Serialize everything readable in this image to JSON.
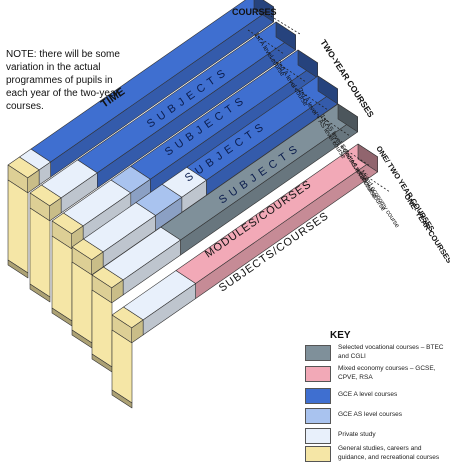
{
  "note": "NOTE: there will be some variation in the actual programmes of pupils in each year of the two-year courses.",
  "header": {
    "courses": "COURSES",
    "time": "TIME",
    "two_year": "TWO-YEAR COURSES",
    "one_two_year": "ONE/ TWO YEAR COURSES",
    "one_year": "ONE- YEAR COURSES"
  },
  "course_labels": [
    "1st A level course",
    "2nd A level course",
    "3rd A level + AS level course",
    "1st AS level + 2nd AS level course",
    "Selected vocational course",
    "Mixed economy course"
  ],
  "bands": {
    "subjects": "SUBJECTS",
    "modules": "MODULES/COURSES",
    "subjects_courses": "SUBJECTS/COURSES"
  },
  "key": {
    "title": "KEY",
    "items": [
      {
        "label": "Selected vocational courses – BTEC and CGLI",
        "color": "#7f909a"
      },
      {
        "label": "Mixed economy courses – GCSE, CPVE, RSA",
        "color": "#f2a9b7"
      },
      {
        "label": "GCE A level courses",
        "color": "#3f6fd0"
      },
      {
        "label": "GCE AS level courses",
        "color": "#a9c3ef"
      },
      {
        "label": "Private study",
        "color": "#e8f0fb"
      },
      {
        "label": "General studies, careers and guidance, and recreational courses",
        "color": "#f5e6a6"
      }
    ]
  }
}
